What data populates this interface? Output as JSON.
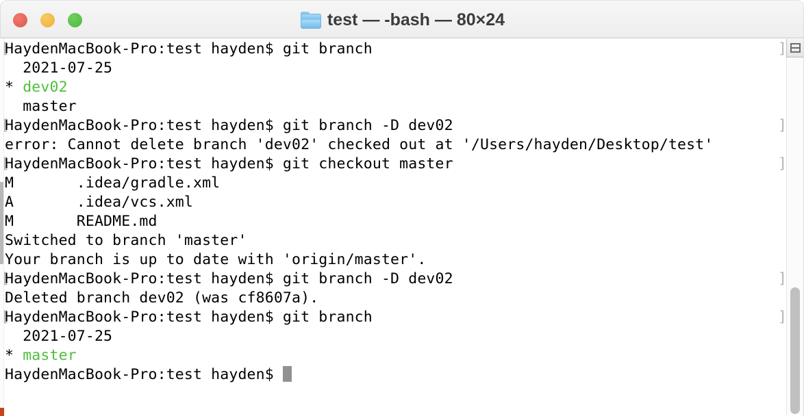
{
  "window": {
    "title": "test — -bash — 80×24",
    "folder_icon": "folder-icon",
    "traffic_lights": [
      {
        "name": "close",
        "color": "#e0574c"
      },
      {
        "name": "minimize",
        "color": "#edb13c"
      },
      {
        "name": "maximize",
        "color": "#4db83f"
      }
    ],
    "split_pane_icon": "split-pane-icon"
  },
  "terminal": {
    "prompt_mark_open": "[",
    "prompt_mark_close": "]",
    "cursor": "block-cursor",
    "prompt_green": "#4fbf3a",
    "lines": [
      {
        "text": "[HaydenMacBook-Pro:test hayden$ git branch",
        "kind": "command"
      },
      {
        "text": "  2021-07-25",
        "kind": "output"
      },
      {
        "text": "* dev02",
        "kind": "branch-current"
      },
      {
        "text": "  master",
        "kind": "output"
      },
      {
        "text": "[HaydenMacBook-Pro:test hayden$ git branch -D dev02",
        "kind": "command"
      },
      {
        "text": " error: Cannot delete branch 'dev02' checked out at '/Users/hayden/Desktop/test'",
        "kind": "output"
      },
      {
        "text": "[HaydenMacBook-Pro:test hayden$ git checkout master",
        "kind": "command"
      },
      {
        "text": " M       .idea/gradle.xml",
        "kind": "output"
      },
      {
        "text": " A       .idea/vcs.xml",
        "kind": "output"
      },
      {
        "text": " M       README.md",
        "kind": "output"
      },
      {
        "text": " Switched to branch 'master'",
        "kind": "output"
      },
      {
        "text": " Your branch is up to date with 'origin/master'.",
        "kind": "output"
      },
      {
        "text": "[HaydenMacBook-Pro:test hayden$ git branch -D dev02",
        "kind": "command"
      },
      {
        "text": " Deleted branch dev02 (was cf8607a).",
        "kind": "output"
      },
      {
        "text": "[HaydenMacBook-Pro:test hayden$ git branch",
        "kind": "command"
      },
      {
        "text": "  2021-07-25",
        "kind": "output"
      },
      {
        "text": "* master",
        "kind": "branch-current"
      },
      {
        "text": " HaydenMacBook-Pro:test hayden$ ",
        "kind": "prompt-active"
      }
    ],
    "rows": [
      {
        "prefix": "[",
        "body": "HaydenMacBook-Pro:test hayden$ git branch",
        "mark": true
      },
      {
        "prefix": " ",
        "body": "  2021-07-25",
        "mark": false
      },
      {
        "prefix": " ",
        "body": "* ",
        "green": "dev02",
        "mark": false
      },
      {
        "prefix": " ",
        "body": "  master",
        "mark": false
      },
      {
        "prefix": "[",
        "body": "HaydenMacBook-Pro:test hayden$ git branch -D dev02",
        "mark": true
      },
      {
        "prefix": " ",
        "body": "error: Cannot delete branch 'dev02' checked out at '/Users/hayden/Desktop/test'",
        "mark": false
      },
      {
        "prefix": "[",
        "body": "HaydenMacBook-Pro:test hayden$ git checkout master",
        "mark": true
      },
      {
        "prefix": " ",
        "body": "M       .idea/gradle.xml",
        "mark": false
      },
      {
        "prefix": " ",
        "body": "A       .idea/vcs.xml",
        "mark": false
      },
      {
        "prefix": " ",
        "body": "M       README.md",
        "mark": false
      },
      {
        "prefix": " ",
        "body": "Switched to branch 'master'",
        "mark": false
      },
      {
        "prefix": " ",
        "body": "Your branch is up to date with 'origin/master'.",
        "mark": false
      },
      {
        "prefix": "[",
        "body": "HaydenMacBook-Pro:test hayden$ git branch -D dev02",
        "mark": true
      },
      {
        "prefix": " ",
        "body": "Deleted branch dev02 (was cf8607a).",
        "mark": false
      },
      {
        "prefix": "[",
        "body": "HaydenMacBook-Pro:test hayden$ git branch",
        "mark": true
      },
      {
        "prefix": " ",
        "body": "  2021-07-25",
        "mark": false
      },
      {
        "prefix": " ",
        "body": "* ",
        "green": "master",
        "mark": false
      },
      {
        "prefix": " ",
        "body": "HaydenMacBook-Pro:test hayden$ ",
        "cursor": true,
        "mark": false
      }
    ]
  }
}
